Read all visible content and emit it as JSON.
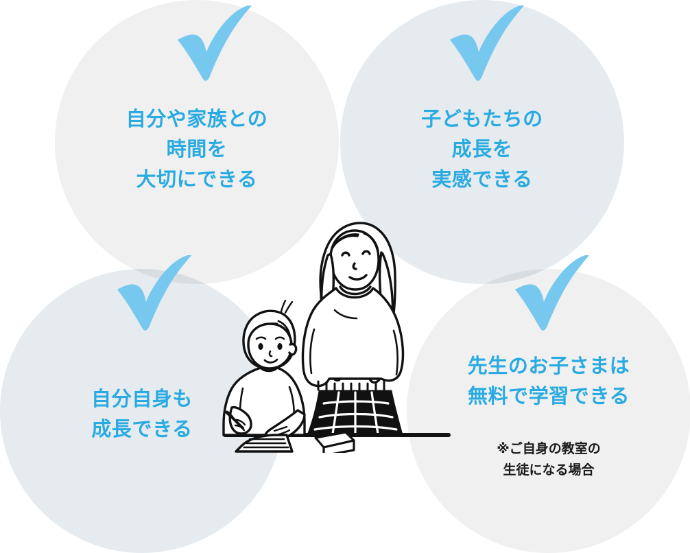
{
  "figure": {
    "type": "venn-benefit-diagram",
    "circle_count": 4,
    "colors": {
      "text_accent": "#29abe2",
      "check_mark": "#76c8ee",
      "circle_gray": "#f0f0f0",
      "circle_blue_gray": "#e5ebee",
      "note_text": "#1a1a1a"
    }
  },
  "circles": [
    {
      "id": "top-left",
      "check_icon": "check-mark-icon",
      "label": "自分や家族との\n時間を\n大切にできる",
      "note": ""
    },
    {
      "id": "top-right",
      "check_icon": "check-mark-icon",
      "label": "子どもたちの\n成長を\n実感できる",
      "note": ""
    },
    {
      "id": "bottom-left",
      "check_icon": "check-mark-icon",
      "label": "自分自身も\n成長できる",
      "note": ""
    },
    {
      "id": "bottom-right",
      "check_icon": "check-mark-icon",
      "label": "先生のお子さまは\n無料で学習できる",
      "note": "※ご自身の教室の\n生徒になる場合"
    }
  ],
  "illustration": {
    "name": "teacher-and-child-illustration",
    "description": "女性の先生と机で書く子どものモノクロ線画"
  }
}
